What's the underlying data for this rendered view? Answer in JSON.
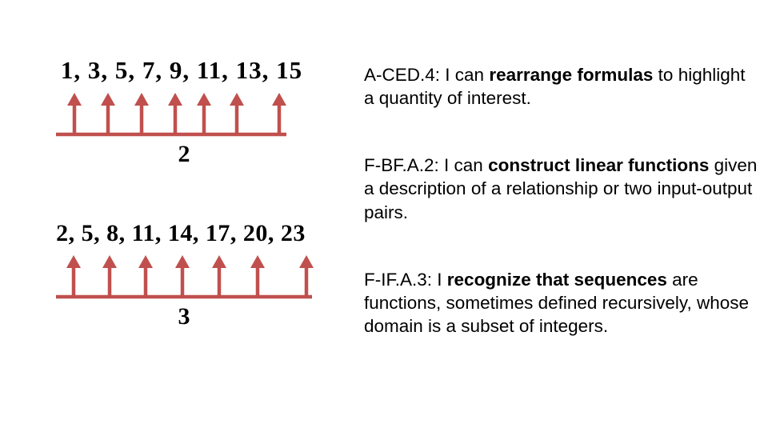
{
  "slide": {
    "left": {
      "sequences": [
        {
          "numbers": "1, 3, 5, 7, 9, 11, 13, 15",
          "difference": "2",
          "arrow_count": 7,
          "arrow_color": "#C0504D"
        },
        {
          "numbers": "2, 5, 8, 11, 14, 17, 20, 23",
          "difference": "3",
          "arrow_count": 7,
          "arrow_color": "#C0504D"
        }
      ]
    },
    "right": {
      "standards": [
        {
          "code": "A-CED.4:",
          "lead": " I can ",
          "bold": "rearrange formulas",
          "tail": " to highlight a quantity of interest."
        },
        {
          "code": "F-BF.A.2:",
          "lead": " I can ",
          "bold": "construct linear functions",
          "tail": " given a description of a relationship or two input-output pairs."
        },
        {
          "code": "F-IF.A.3:",
          "lead": " I ",
          "bold": "recognize that sequences",
          "tail": " are functions, sometimes defined recursively, whose domain is a subset of integers."
        }
      ]
    }
  }
}
